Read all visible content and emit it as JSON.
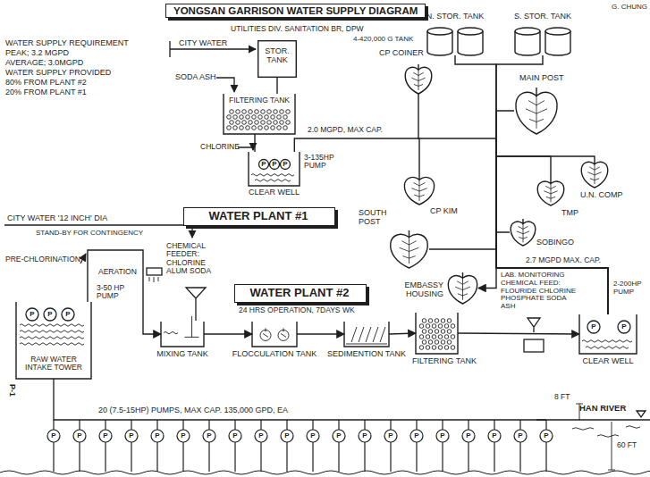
{
  "diagram": {
    "title": "YONGSAN GARRISON WATER SUPPLY DIAGRAM",
    "nodes": [
      {
        "text": [
          "STOR. TANK"
        ]
      },
      {
        "text": [
          "FILTERING TANK"
        ]
      },
      {
        "text": [
          "CLEAR WELL"
        ]
      },
      {
        "text": [
          "WATER PLANT #1"
        ]
      },
      {
        "text": [
          "N. STOR. TANK"
        ]
      },
      {
        "text": [
          "S. STOR. TANK"
        ]
      },
      {
        "text": [
          "CP COINER"
        ]
      },
      {
        "text": [
          "MAIN POST"
        ]
      },
      {
        "text": [
          "CP KIM"
        ]
      },
      {
        "text": [
          "U.N. COMP"
        ]
      },
      {
        "text": [
          "TMP"
        ]
      },
      {
        "text": [
          "SOUTH POST"
        ]
      },
      {
        "text": [
          "SOBINGO"
        ]
      },
      {
        "text": [
          "EMBASSY HOUSING"
        ]
      },
      {
        "text": [
          "WATER PLANT #2",
          "24 HRS OPERATION, 7DAYS WK"
        ]
      },
      {
        "text": [
          "RAW WATER INTAKE TOWER"
        ]
      },
      {
        "text": [
          "MIXING TANK"
        ]
      },
      {
        "text": [
          "FLOCCULATION TANK"
        ]
      },
      {
        "text": [
          "SEDIMENTION TANK"
        ]
      },
      {
        "text": [
          "FILTERING TANK"
        ]
      },
      {
        "text": [
          "CLEAR WELL"
        ]
      }
    ],
    "edges": [
      {
        "from": 0,
        "to": 1,
        "arrow": "none"
      },
      {
        "from": 1,
        "to": 2,
        "arrow": "none"
      },
      {
        "from": 2,
        "to": 8,
        "label": "2.0 MGPD, MAX CAP.",
        "arrow": "none"
      },
      {
        "from": 15,
        "to": 16,
        "arrow": "to"
      },
      {
        "from": 16,
        "to": 17,
        "arrow": "to"
      },
      {
        "from": 17,
        "to": 18,
        "arrow": "to"
      },
      {
        "from": 18,
        "to": 19,
        "arrow": "to"
      },
      {
        "from": 19,
        "to": 20,
        "arrow": "to"
      },
      {
        "from": 20,
        "to": 13,
        "label": "2.7 MGPD MAX. CAP.",
        "arrow": "to"
      },
      {
        "from": 20,
        "to": 12,
        "arrow": "none"
      },
      {
        "from": 20,
        "to": 11,
        "arrow": "none"
      },
      {
        "from": 20,
        "to": 10,
        "arrow": "none"
      },
      {
        "from": 20,
        "to": 9,
        "arrow": "none"
      },
      {
        "from": 20,
        "to": 7,
        "arrow": "none"
      },
      {
        "from": 20,
        "to": 6,
        "arrow": "none"
      },
      {
        "from": 20,
        "to": 4,
        "arrow": "none"
      },
      {
        "from": 20,
        "to": 5,
        "arrow": "none"
      }
    ],
    "labels": [
      "G. CHUNG",
      "UTILITIES DIV. SANITATION BR, DPW",
      "WATER SUPPLY REQUIREMENT",
      "PEAK; 3.2 MGPD",
      "AVERAGE; 3.0MGPD",
      "WATER SUPPLY PROVIDED",
      "80% FROM PLANT #2",
      "20% FROM PLANT #1",
      "CITY WATER",
      "SODA ASH",
      "CHLORINE",
      "P",
      "P",
      "P",
      "3-135HP PUMP",
      "4-420,000 G TANK",
      "CITY WATER '12 INCH' DIA",
      "STAND-BY FOR CONTINGENCY",
      "PRE-CHLORINATION",
      "AERATION",
      "CHEMICAL FEEDER: CHLORINE ALUM SODA",
      "P",
      "P",
      "P",
      "3-50 HP PUMP",
      "20 (7.5-15HP) PUMPS, MAX CAP. 135,000 GPD, EA",
      "LAB. MONITORING CHEMICAL FEED: FLOURIDE CHLORINE PHOSPHATE SODA ASH",
      "P",
      "P",
      "2-200HP PUMP",
      "P",
      "P",
      "P",
      "P",
      "P",
      "P",
      "P",
      "P",
      "P",
      "P",
      "P",
      "P",
      "P",
      "P",
      "P",
      "P",
      "P",
      "P",
      "P",
      "P",
      "8 FT",
      "HAN RIVER",
      "60 FT",
      "P-1"
    ]
  }
}
